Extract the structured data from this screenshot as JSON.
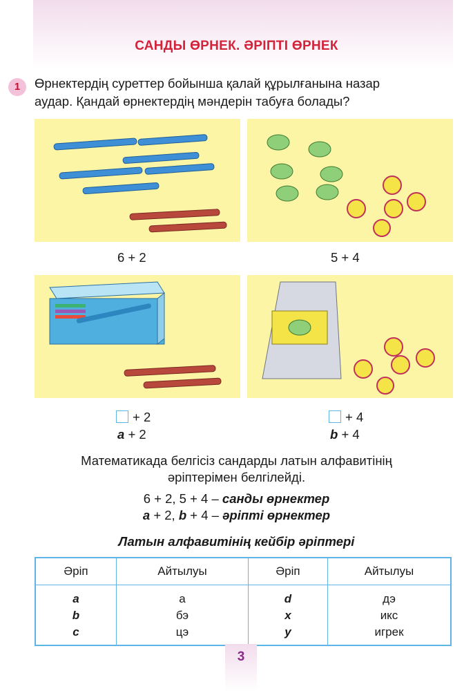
{
  "title": "САНДЫ ӨРНЕК. ӘРІПТІ ӨРНЕК",
  "task": {
    "number": "1",
    "line1": "Өрнектердің суреттер бойынша қалай құрылғанына назар",
    "line2": "аудар. Қандай өрнектердің мәндерін табуға болады?"
  },
  "expressions": {
    "e1": "6 + 2",
    "e2": "5 + 4",
    "e3_box": "+ 2",
    "e3_letter": "a",
    "e3_rest": "+ 2",
    "e4_box": "+ 4",
    "e4_letter": "b",
    "e4_rest": "+ 4"
  },
  "rule": {
    "line1": "Математикада белгісіз сандарды латын алфавитінің",
    "line2": "әріптерімен белгілейді."
  },
  "examples": {
    "numeric_expr": "6 + 2, 5 + 4",
    "dash": "–",
    "numeric_label": "санды өрнектер",
    "letter_a": "a",
    "plus2": "+ 2,",
    "letter_b": "b",
    "plus4": "+ 4",
    "letter_label": "әріпті өрнектер"
  },
  "table": {
    "caption": "Латын алфавитінің кейбір әріптері",
    "headers": [
      "Әріп",
      "Айтылуы",
      "Әріп",
      "Айтылуы"
    ],
    "col1": [
      "a",
      "b",
      "c"
    ],
    "col2": [
      "а",
      "бэ",
      "цэ"
    ],
    "col3": [
      "d",
      "x",
      "y"
    ],
    "col4": [
      "дэ",
      "икс",
      "игрек"
    ]
  },
  "page_number": "3",
  "colors": {
    "title": "#d2233a",
    "panel": "#fdf5a6",
    "table_border": "#5fb4e6",
    "band": "#f2dcec"
  }
}
